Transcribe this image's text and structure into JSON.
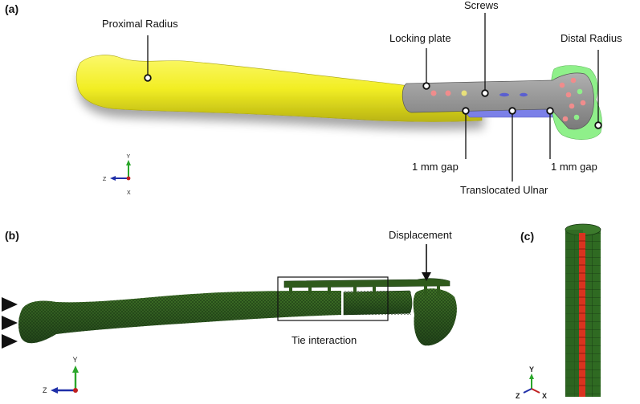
{
  "panels": {
    "a": "(a)",
    "b": "(b)",
    "c": "(c)"
  },
  "labels_a": {
    "proximal_radius": "Proximal Radius",
    "screws": "Screws",
    "locking_plate": "Locking plate",
    "distal_radius": "Distal Radius",
    "gap_left": "1 mm gap",
    "gap_right": "1 mm gap",
    "translocated_ulnar": "Translocated Ulnar"
  },
  "labels_b": {
    "displacement": "Displacement",
    "tie_interaction": "Tie interaction"
  },
  "axes": {
    "x": "X",
    "y": "Y",
    "z": "Z"
  },
  "colors": {
    "bone_yellow": "#f2ee24",
    "plate_gray": "#8f8f8f",
    "ulna_blue": "#7b80e8",
    "distal_green": "#8ff08a",
    "screw_pink": "#f08c8c",
    "mesh_green": "#2f5a1c",
    "screw_core_red": "#d9331f"
  }
}
